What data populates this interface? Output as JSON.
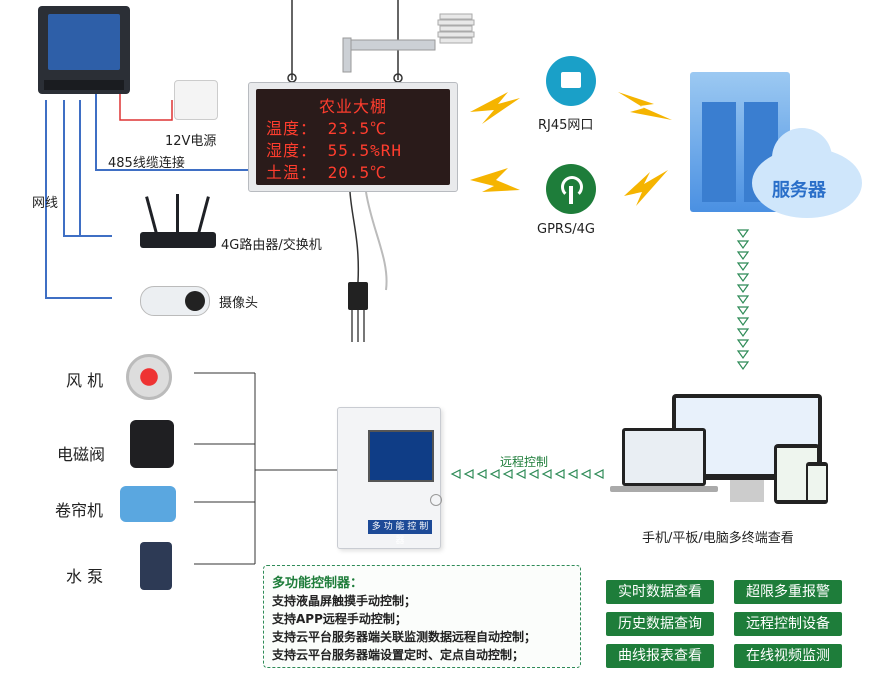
{
  "led_board": {
    "title": "农业大棚",
    "line1": "温度：  23.5℃",
    "line2": "湿度：  55.5%RH",
    "line3": "土温：  20.5℃"
  },
  "power": {
    "label": "12V电源"
  },
  "cable_485": {
    "label": "485线缆连接"
  },
  "network_cable": {
    "label": "网线"
  },
  "router": {
    "label": "4G路由器/交换机"
  },
  "camera": {
    "label": "摄像头"
  },
  "rj45": {
    "label": "RJ45网口"
  },
  "gprs": {
    "label": "GPRS/4G"
  },
  "server": {
    "label": "服务器"
  },
  "devices": {
    "label": "手机/平板/电脑多终端查看"
  },
  "remote": {
    "label": "远程控制"
  },
  "controller": {
    "caption": "多 功 能 控 制 器"
  },
  "actuators": [
    "风 机",
    "电磁阀",
    "卷帘机",
    "水 泵"
  ],
  "info_box": {
    "title": "多功能控制器：",
    "lines": [
      "支持液晶屏触摸手动控制；",
      "支持APP远程手动控制；",
      "支持云平台服务器端关联监测数据远程自动控制；",
      "支持云平台服务器端设置定时、定点自动控制；"
    ]
  },
  "features": [
    "实时数据查看",
    "超限多重报警",
    "历史数据查询",
    "远程控制设备",
    "曲线报表查看",
    "在线视频监测"
  ],
  "colors": {
    "accent_green": "#1e7d3a",
    "led_red": "#ff3d2e",
    "server_blue": "#4a90e2",
    "cable_blue": "#3f6fc4",
    "arrow_green": "#2e8b57"
  }
}
